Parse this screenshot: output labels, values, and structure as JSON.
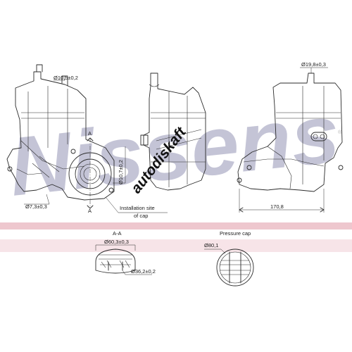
{
  "watermark": {
    "brand": "Nissens",
    "registered": "®",
    "overlay": "autodiskaft",
    "brand_color": "#5a5a8c",
    "band_color": "#e8b4be",
    "overlay_color": "#111111"
  },
  "side_view": {
    "port_diameter": "Ø10,5±0,2",
    "outlet_diameter": "Ø7,3±0,3",
    "section_marker_top": "A",
    "section_marker_bottom": "A",
    "cap_port_diameter": "Ø10,7±0,2",
    "installation_note_line1": "Installation site",
    "installation_note_line2": "of cap"
  },
  "end_view": {},
  "rear_view": {
    "port_diameter": "Ø19,8±0,3",
    "width_dimension": "170,8"
  },
  "section_view": {
    "title": "A-A",
    "outer_diameter": "Ø60,3±0,3",
    "inner_diameter": "Ø36,2±0,2"
  },
  "cap_view": {
    "title": "Pressure cap",
    "diameter": "Ø80,1"
  }
}
